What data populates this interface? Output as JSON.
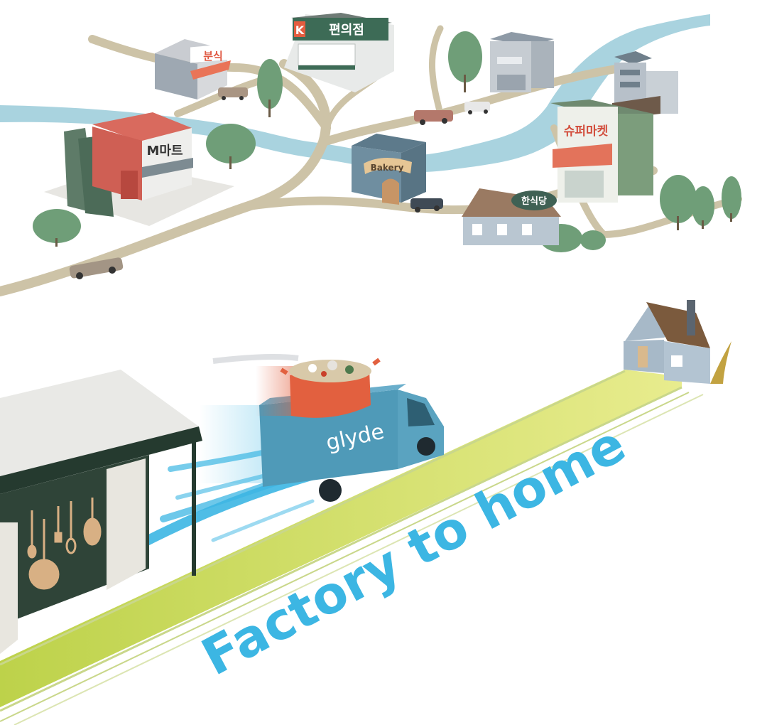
{
  "map": {
    "shops": {
      "bunsik": "분식",
      "convenience_letter": "K",
      "convenience": "편의점",
      "mart": "M마트",
      "bakery": "Bakery",
      "supermarket": "슈퍼마켓",
      "hansikdang": "한식당"
    }
  },
  "delivery": {
    "truck_brand": "glyde",
    "tagline": "Factory to home"
  },
  "colors": {
    "road": "#cdc3a7",
    "river": "#a9d3df",
    "grass": "#bdd24a",
    "truck": "#4f9ab8",
    "pot": "#e2603f",
    "speed_line": "#3cb6e3",
    "tree": "#6f9e78",
    "shed": "#253a2f"
  }
}
